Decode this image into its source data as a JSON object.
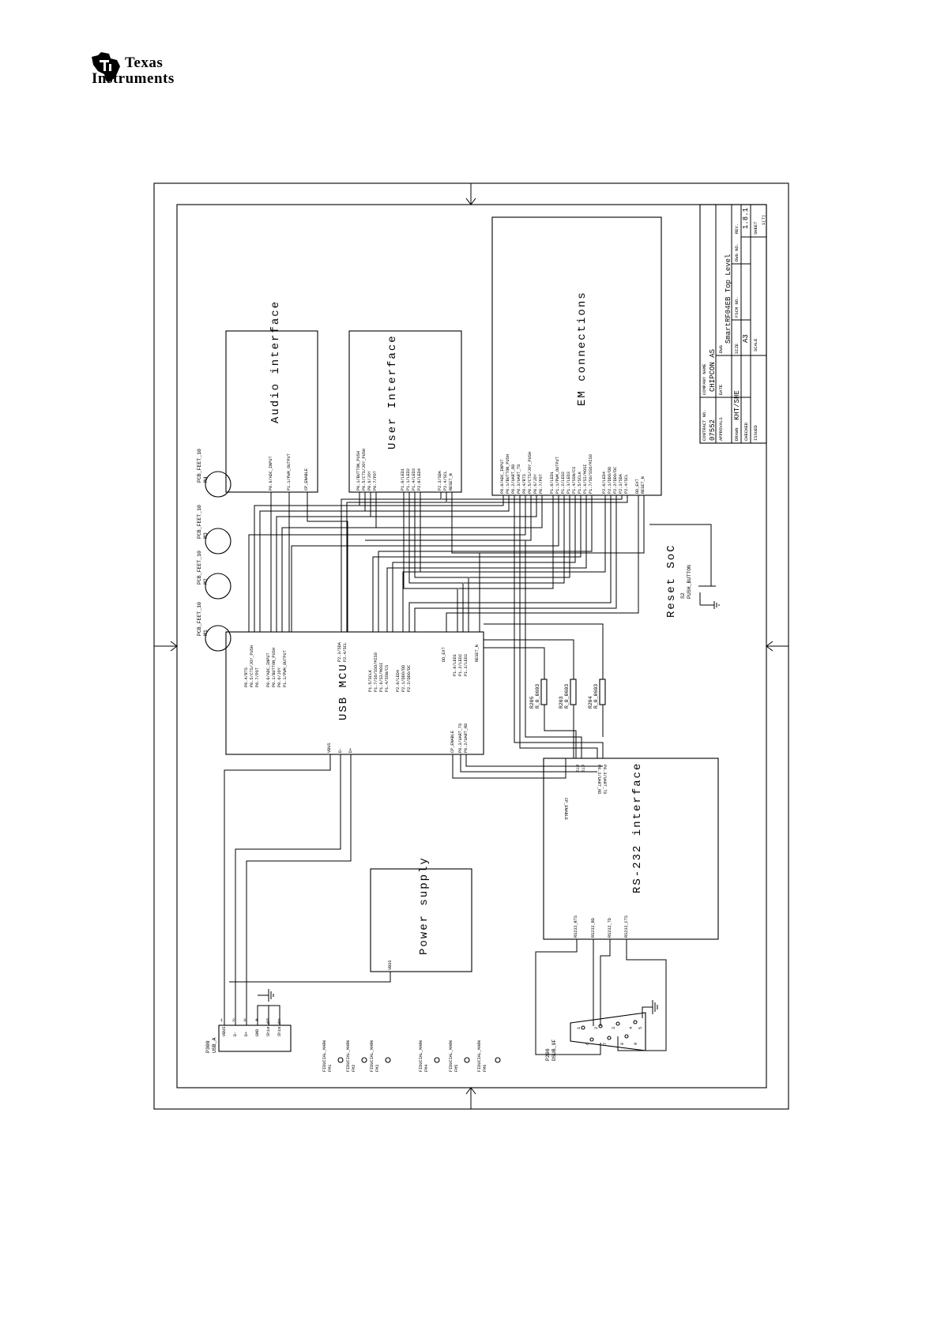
{
  "logo": {
    "line1": "Texas",
    "line2": "Instruments"
  },
  "blocks": {
    "audio": {
      "title": "Audio interface",
      "pins": [
        "P0.6/ADC_INPUT",
        "P1.1/PWM_OUTPUT",
        "CP_ENABLE"
      ]
    },
    "user": {
      "title": "User Interface",
      "pins_a": [
        "P0.1/BUTTON_PUSH",
        "P0.5/CTS/JOY_PUSH",
        "P0.6/JOY",
        "P0.7/POT"
      ],
      "pins_b": [
        "P1.0/LED1",
        "P1.1/LED2",
        "P1.4/LED3",
        "P2.0/LED4"
      ],
      "pins_c": [
        "P2.3/SDA",
        "P2.4/SCL",
        "RESET_N"
      ]
    },
    "em": {
      "title": "EM connections",
      "pins_a": [
        "P0.0/ADC_INPUT",
        "P0.1/BUTTON_PUSH",
        "P0.2/UART_RD",
        "P0.3/UART_TD",
        "P0.4/RTS",
        "P0.5/CTS/JOY_PUSH",
        "P0.6/JOY",
        "P0.7/POT"
      ],
      "pins_b": [
        "P1.0/LED1",
        "P1.1/PWM_OUTPUT",
        "P1.2/LED2",
        "P1.3/LED3",
        "P1.4/SSN/CS",
        "P1.5/SCLK",
        "P1.6/SI/MOSI",
        "P1.7/SO/SSO/MISO"
      ],
      "pins_c": [
        "P2.0/LED4",
        "P2.1/DDO/DD",
        "P2.2/DDO/DC",
        "P2.3/SDA",
        "P2.4/SCL"
      ],
      "pins_d": [
        "DD_EXT",
        "RESET_N"
      ]
    },
    "usb": {
      "title": "USB MCU",
      "pins_a": [
        "P0.4/RTS",
        "P0.5/CTS/JOY_PUSH",
        "P0.7/POT"
      ],
      "pins_b": [
        "P0.0/ADC_INPUT",
        "P0.1/BUTTON_PUSH",
        "P0.6/JOY",
        "P1.1/PWM_OUTPUT"
      ],
      "pins_c": [
        "P2.3/SDA",
        "P2.4/SCL"
      ],
      "pins_d": [
        "P1.5/SCLK",
        "P1.7/SO/SSO/MISO",
        "P1.6/SI/MOSI",
        "P1.4/SSN/CS"
      ],
      "pins_e": [
        "P2.0/LED4",
        "P2.1/DDO/DD",
        "P2.2/DDO/DC"
      ],
      "pins_f": [
        "DD_EXT",
        "P1.0/LED1",
        "P1.2/LED2",
        "P1.3/LED3",
        "RESET_N"
      ],
      "pins_bottom": [
        "VBUS",
        "D-",
        "D+"
      ],
      "pins_uart": [
        "CP_ENABLE",
        "P0.3/UART_TD",
        "P0.2/UART_RD"
      ]
    },
    "rs232": {
      "title": "RS-232 interface",
      "pins_top": [
        "CP_ENABLE",
        "RTS",
        "CTS",
        "P0.2/UART_RD",
        "P0.3/UART_TD"
      ],
      "pins_bottom": [
        "RS232_RTS",
        "RS232_RD",
        "RS232_TD",
        "RS232_CTS"
      ]
    },
    "power": {
      "title": "Power supply",
      "pin": "VBUS"
    }
  },
  "resistors": [
    {
      "ref": "R205",
      "value": "R_0_0603"
    },
    {
      "ref": "R203",
      "value": "R_0_0603"
    },
    {
      "ref": "R204",
      "value": "R_0_0603"
    }
  ],
  "reset": {
    "title": "Reset SoC",
    "ref": "S2",
    "part": "PUSH_BUTTON"
  },
  "feet": [
    "PCB_FEET_10",
    "PCB_FEET_10",
    "PCB_FEET_10",
    "PCB_FEET_10"
  ],
  "feet_refs": [
    "M1",
    "M2",
    "M3",
    "M4"
  ],
  "usb_conn": {
    "ref": "P300",
    "part": "USB_A",
    "pins": [
      "VBUS",
      "D-",
      "D+",
      "GND",
      "Shield",
      "Shield"
    ],
    "nums": [
      "1",
      "2",
      "3",
      "4",
      "5",
      "6"
    ]
  },
  "dsub": {
    "ref": "P200",
    "part": "DSUB_9F",
    "nums": [
      "1",
      "2",
      "3",
      "4",
      "5",
      "6",
      "7",
      "8",
      "9"
    ]
  },
  "fiducials": [
    {
      "name": "FIDUCIAL_MARK",
      "ref": "FM1"
    },
    {
      "name": "FIDUCIAL_MARK",
      "ref": "FM2"
    },
    {
      "name": "FIDUCIAL_MARK",
      "ref": "FM3"
    },
    {
      "name": "FIDUCIAL_MARK",
      "ref": "FM4"
    },
    {
      "name": "FIDUCIAL_MARK",
      "ref": "FM5"
    },
    {
      "name": "FIDUCIAL_MARK",
      "ref": "FM6"
    }
  ],
  "title_block": {
    "contract_label": "CONTRACT NO.",
    "contract": "07552",
    "company_label": "COMPANY NAME",
    "company": "CHIPCON AS",
    "approvals_label": "APPROVALS",
    "date_label": "DATE",
    "dwg_label": "DWG",
    "dwg_title": "SmartRF04EB Top Level",
    "drawn_label": "DRAWN",
    "drawn": "KHT/SHE",
    "checked_label": "CHECKED",
    "issued_label": "ISSUED",
    "size_label": "SIZE",
    "size": "A3",
    "fscm_label": "FSCM NO.",
    "dwg_no_label": "DWG NO.",
    "rev_label": "REV.",
    "rev": "1.8.1",
    "scale_label": "SCALE",
    "sheet_label": "SHEET",
    "sheet": "1(7)"
  }
}
